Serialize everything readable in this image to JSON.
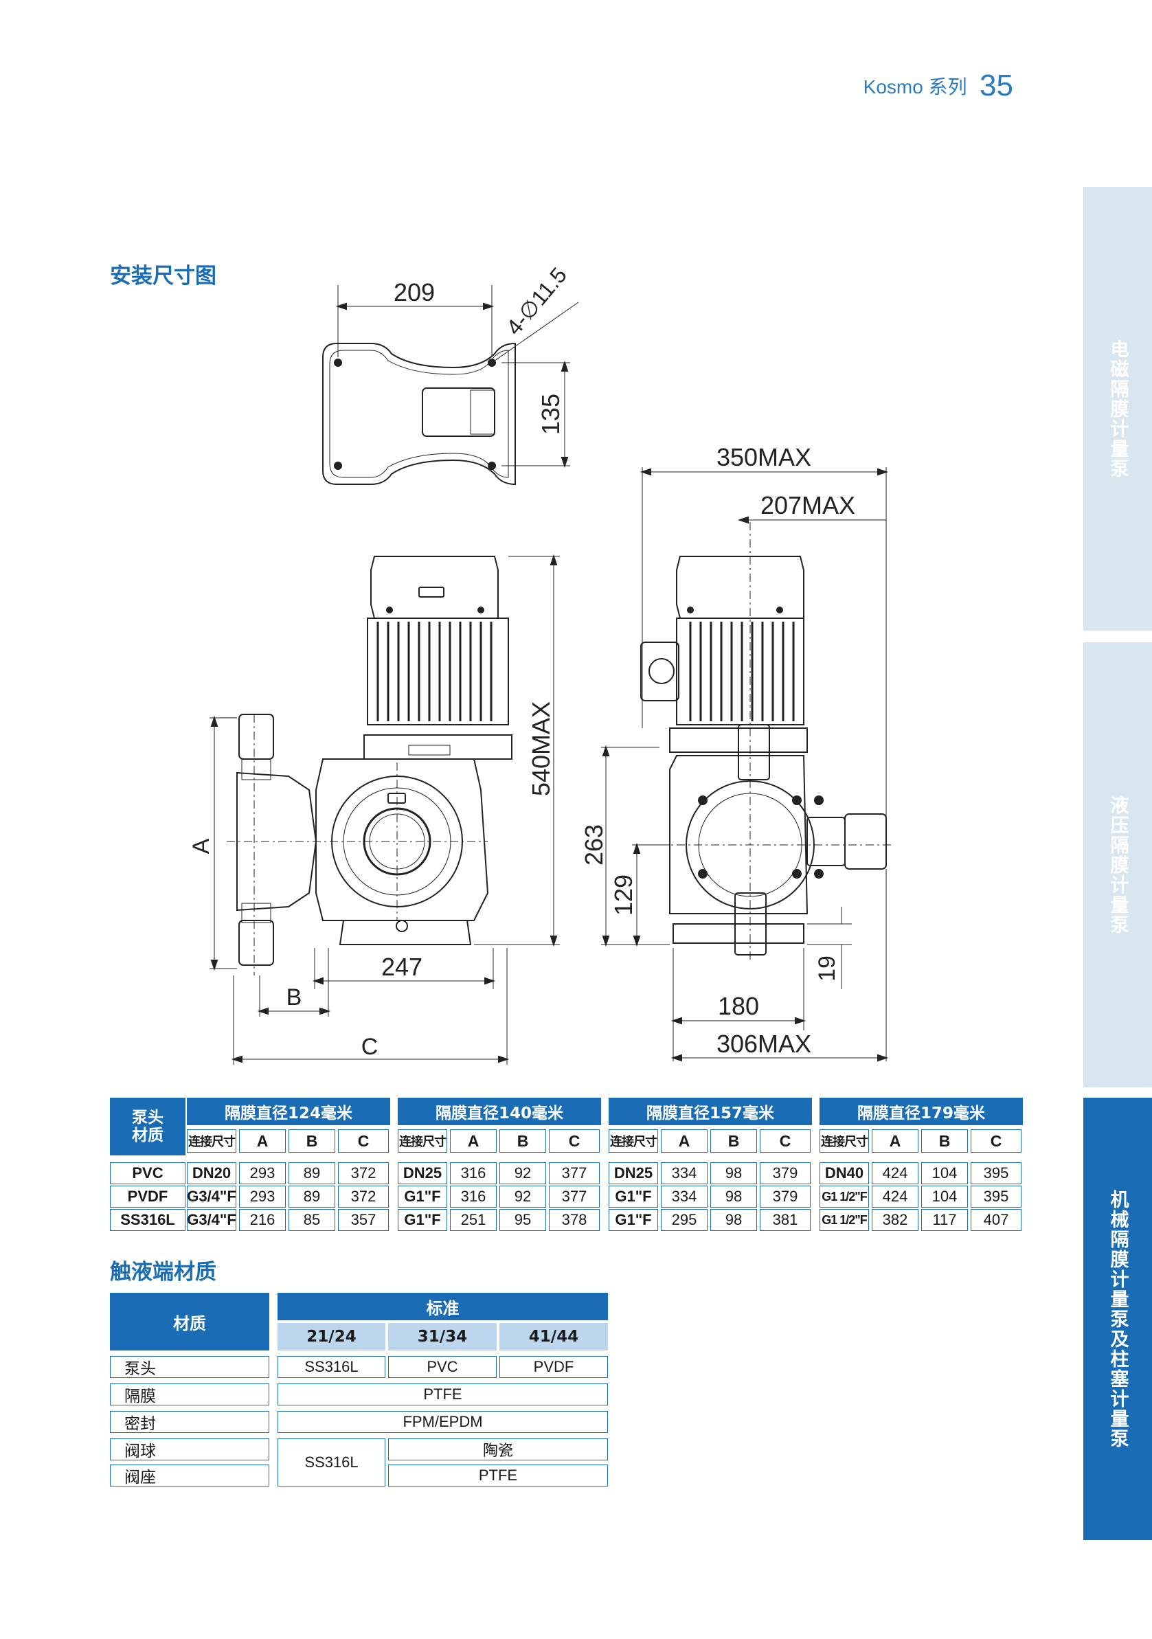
{
  "header": {
    "series": "Kosmo 系列",
    "page": "35"
  },
  "side_tabs": [
    "电磁隔膜计量泵",
    "液压隔膜计量泵",
    "机械隔膜计量泵及柱塞计量泵"
  ],
  "sections": {
    "install": "安装尺寸图",
    "material": "触液端材质"
  },
  "drawing_labels": {
    "w209": "209",
    "hole": "4-∅11.5",
    "h135": "135",
    "w350": "350MAX",
    "w207": "207MAX",
    "h540": "540MAX",
    "h263": "263",
    "h129": "129",
    "h19": "19",
    "w247": "247",
    "w180": "180",
    "w306": "306MAX",
    "A": "A",
    "B": "B",
    "C": "C"
  },
  "dim_table": {
    "corner": "泵头\n材质",
    "groups": [
      {
        "title": "隔膜直径124毫米",
        "cols": [
          "连接尺寸",
          "A",
          "B",
          "C"
        ]
      },
      {
        "title": "隔膜直径140毫米",
        "cols": [
          "连接尺寸",
          "A",
          "B",
          "C"
        ]
      },
      {
        "title": "隔膜直径157毫米",
        "cols": [
          "连接尺寸",
          "A",
          "B",
          "C"
        ]
      },
      {
        "title": "隔膜直径179毫米",
        "cols": [
          "连接尺寸",
          "A",
          "B",
          "C"
        ]
      }
    ],
    "rows": [
      {
        "material": "PVC",
        "cells": [
          [
            "DN20",
            "293",
            "89",
            "372"
          ],
          [
            "DN25",
            "316",
            "92",
            "377"
          ],
          [
            "DN25",
            "334",
            "98",
            "379"
          ],
          [
            "DN40",
            "424",
            "104",
            "395"
          ]
        ]
      },
      {
        "material": "PVDF",
        "cells": [
          [
            "G3/4\"F",
            "293",
            "89",
            "372"
          ],
          [
            "G1\"F",
            "316",
            "92",
            "377"
          ],
          [
            "G1\"F",
            "334",
            "98",
            "379"
          ],
          [
            "G1 1/2\"F",
            "424",
            "104",
            "395"
          ]
        ]
      },
      {
        "material": "SS316L",
        "cells": [
          [
            "G3/4\"F",
            "216",
            "85",
            "357"
          ],
          [
            "G1\"F",
            "251",
            "95",
            "378"
          ],
          [
            "G1\"F",
            "295",
            "98",
            "381"
          ],
          [
            "G1 1/2\"F",
            "382",
            "117",
            "407"
          ]
        ]
      }
    ]
  },
  "material_table": {
    "h_material": "材质",
    "h_standard": "标准",
    "subs": [
      "21/24",
      "31/34",
      "41/44"
    ],
    "rows": [
      "泵头",
      "隔膜",
      "密封",
      "阀球",
      "阀座"
    ],
    "pumphead": [
      "SS316L",
      "PVC",
      "PVDF"
    ],
    "diaphragm": "PTFE",
    "seal": "FPM/EPDM",
    "ball_seat_left": "SS316L",
    "ball": "陶瓷",
    "seat": "PTFE"
  }
}
